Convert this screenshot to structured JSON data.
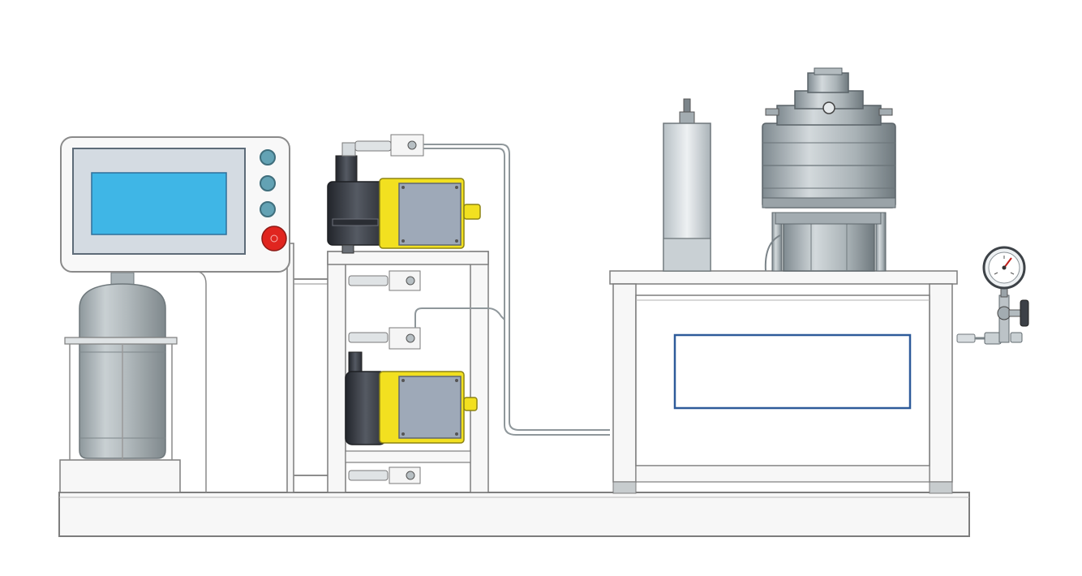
{
  "figure": {
    "caption": "",
    "label_box_text": ""
  },
  "colors": {
    "background": "#ffffff",
    "outline": "#7d7d7d",
    "frame": "#f7f7f7",
    "screen": "#3fb6e6",
    "screen_bezel": "#d4dbe2",
    "button": "#63a2b4",
    "stop_button": "#e0251f",
    "pump_yellow": "#f2e020",
    "pump_dark": "#3a3d44",
    "pump_plate": "#9ea9b8",
    "cylinder": "#b4bdc0",
    "metal": "#c3c9cd",
    "metal_dark": "#8f989d",
    "label_box_border": "#2e5b9a"
  },
  "components": [
    {
      "id": "control-panel",
      "icon": "touchscreen-panel"
    },
    {
      "id": "gas-cylinder",
      "icon": "gas-cylinder"
    },
    {
      "id": "pump-upper",
      "icon": "metering-pump"
    },
    {
      "id": "pump-lower",
      "icon": "metering-pump"
    },
    {
      "id": "filter-column",
      "icon": "filter-column"
    },
    {
      "id": "reactor-vessel",
      "icon": "pressure-reactor"
    },
    {
      "id": "pressure-gauge",
      "icon": "pressure-gauge"
    }
  ]
}
